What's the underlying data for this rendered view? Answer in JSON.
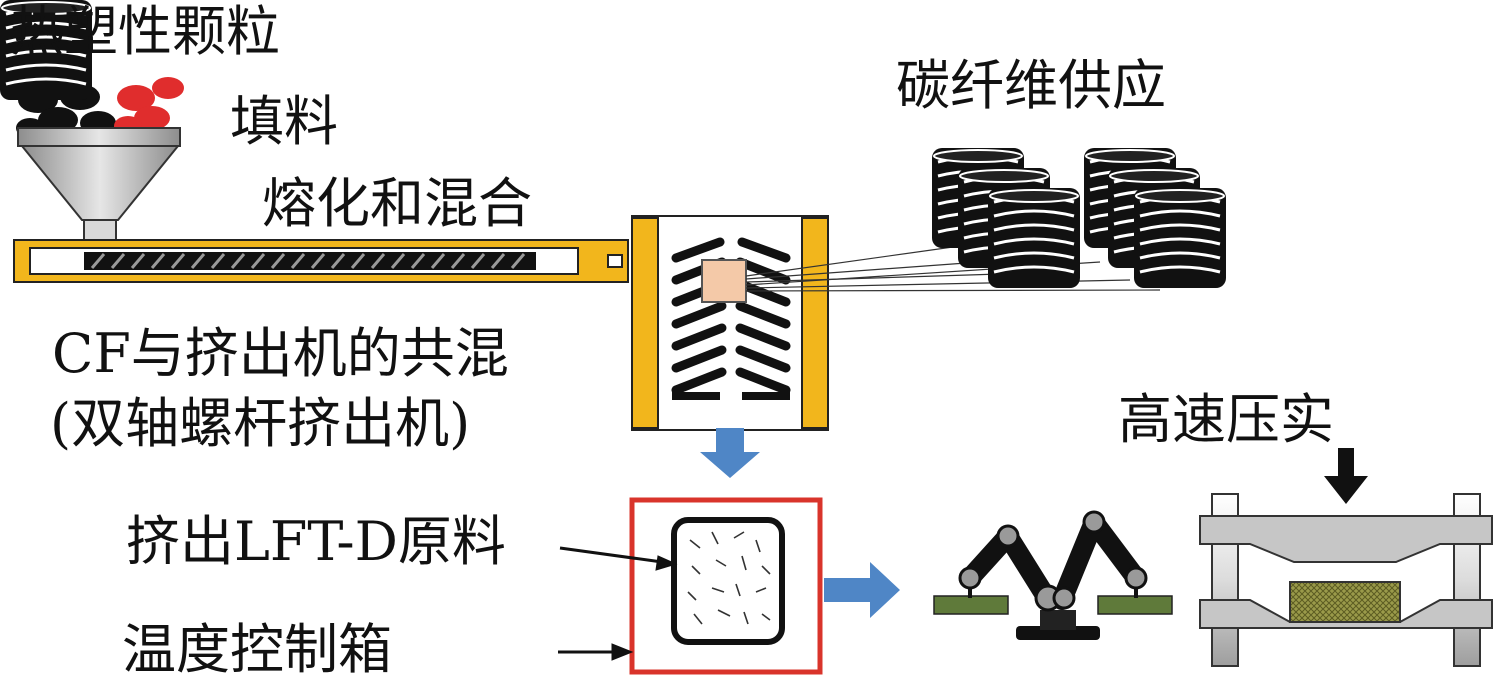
{
  "labels": {
    "pellets": "热塑性颗粒",
    "filler": "填料",
    "melt_mix": "熔化和混合",
    "cf_supply": "碳纤维供应",
    "cf_coblend": "CF与挤出机的共混",
    "twin_screw": "(双轴螺杆挤出机)",
    "extruded_charge": "挤出LFT-D原料",
    "temp_box": "温度控制箱",
    "high_speed_press": "高速压实"
  },
  "colors": {
    "frame_yellow": "#f2b61c",
    "arrow_blue": "#4f86c6",
    "box_red": "#d9342b",
    "pellet_red": "#e02d2d",
    "pellet_black": "#111111",
    "hopper_gray": "#b9b9b9",
    "charge_peach": "#f4c9a8",
    "gripper_green": "#5f7a3a",
    "press_gray": "#c6c6c6",
    "product_olive": "#9a9a4a"
  }
}
